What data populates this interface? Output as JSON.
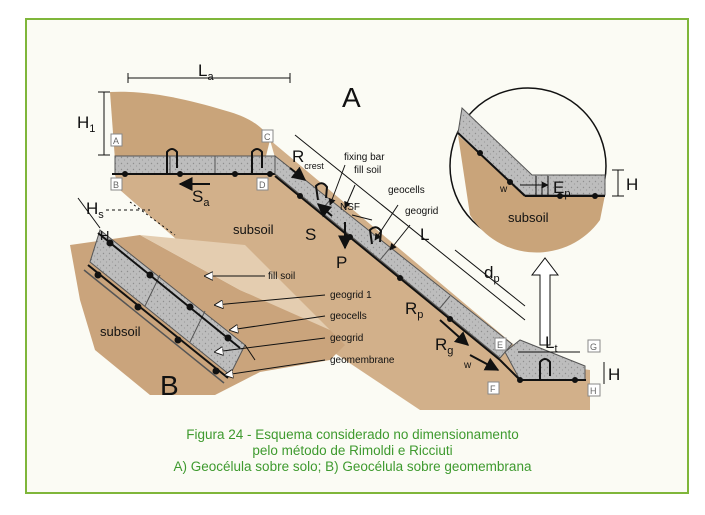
{
  "caption": {
    "line1": "Figura 24 - Esquema considerado no dimensionamento",
    "line2": "pelo método de Rimoldi e Ricciuti",
    "line3": "A)    Geocélula sobre solo; B) Geocélula sobre geomembrana"
  },
  "panel_a": {
    "label": "A",
    "dims": {
      "La": "L",
      "La_sub": "a",
      "H1": "H",
      "H1_sub": "1",
      "L": "L",
      "dp": "d",
      "dp_sub": "p",
      "Lt": "L",
      "Lt_sub": "t",
      "H": "H"
    },
    "forces": {
      "R": "R",
      "R_sub": "crest",
      "S": "S",
      "Sa": "S",
      "Sa_sub": "a",
      "P": "P",
      "Rp": "R",
      "Rp_sub": "p",
      "Rg": "R",
      "Rg_sub": "g",
      "NSF": "NSF",
      "w": "w"
    },
    "annotations": {
      "fixing_bar": "fixing bar",
      "fill_soil": "fill soil",
      "geocells": "geocells",
      "geogrid": "geogrid",
      "subsoil": "subsoil"
    },
    "points": {
      "A": "A",
      "B": "B",
      "C": "C",
      "D": "D",
      "E": "E",
      "F": "F",
      "G": "G",
      "Hpt": "H"
    }
  },
  "panel_b": {
    "label": "B",
    "dims": {
      "Hs": "H",
      "Hs_sub": "s",
      "H": "H"
    },
    "annotations": {
      "fill_soil": "fill soil",
      "geogrid1": "geogrid 1",
      "geocells": "geocells",
      "geogrid": "geogrid",
      "geomembrane": "geomembrane",
      "subsoil": "subsoil"
    }
  },
  "detail": {
    "forces": {
      "Ep": "E",
      "Ep_sub": "p",
      "w": "w",
      "H": "H"
    },
    "annotations": {
      "subsoil": "subsoil"
    }
  },
  "colors": {
    "soil": "#c9a47a",
    "cells": "#b9b9b9",
    "frame": "#7fb63a",
    "caption": "#3e9a2e"
  }
}
